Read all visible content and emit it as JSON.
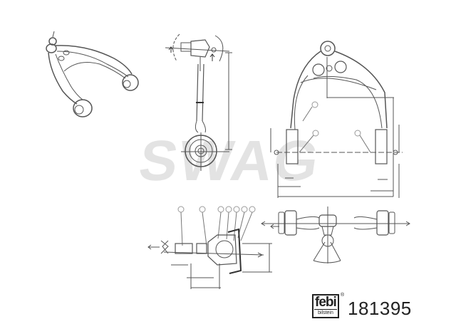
{
  "watermark": {
    "text": "SWAG",
    "color": "#e3e3e3"
  },
  "brand": {
    "logo_main": "febi",
    "logo_sub": "bilstein",
    "registered_mark": "®"
  },
  "part": {
    "number": "181395"
  },
  "views": [
    {
      "id": "isometric",
      "label": "Control arm isometric view"
    },
    {
      "id": "side",
      "label": "Side view with ball joint angles"
    },
    {
      "id": "top",
      "label": "Top view with bushing dimensions"
    },
    {
      "id": "ball-joint-section",
      "label": "Ball joint cross-section with callouts"
    },
    {
      "id": "front",
      "label": "Front view with swivel angle"
    }
  ],
  "callouts": {
    "ball_joint_section_count": 7,
    "top_view_count": 3
  },
  "colors": {
    "line": "#555555",
    "background": "#ffffff",
    "text": "#222222"
  }
}
